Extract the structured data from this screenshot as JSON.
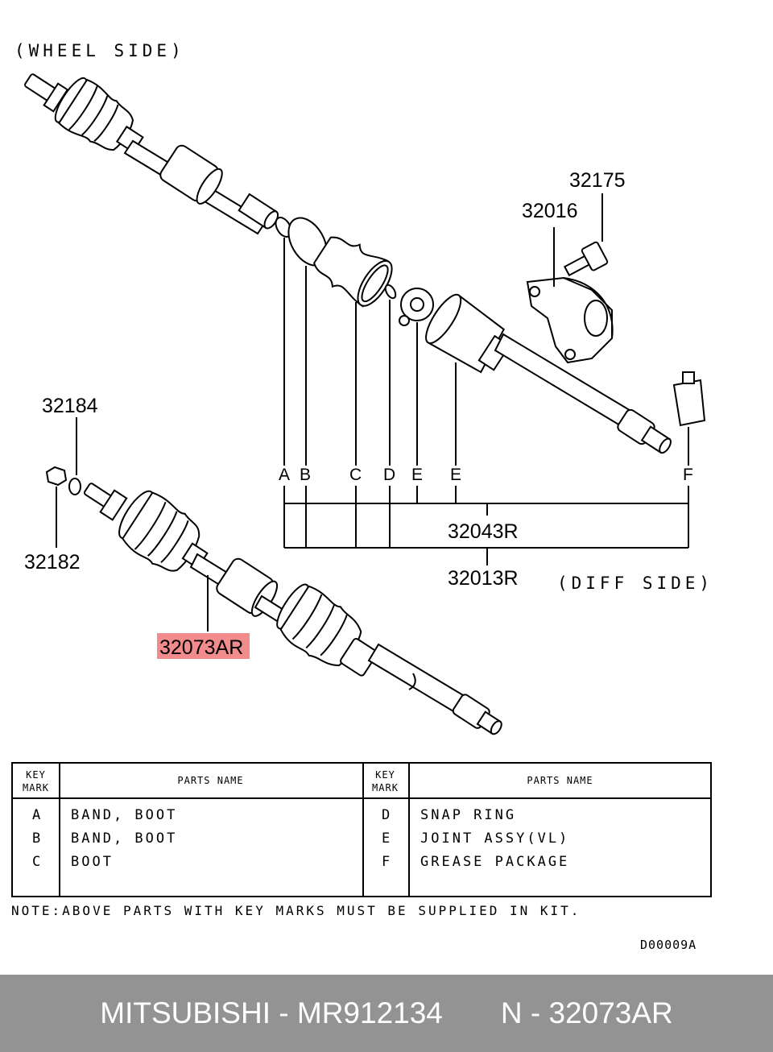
{
  "diagram": {
    "wheel_side": "(WHEEL SIDE)",
    "diff_side": "(DIFF SIDE)",
    "part_numbers": {
      "p32175": "32175",
      "p32016": "32016",
      "p32184": "32184",
      "p32182": "32182",
      "p32043r": "32043R",
      "p32013r": "32013R",
      "p32073ar": "32073AR"
    },
    "key_marks": [
      "A",
      "B",
      "C",
      "D",
      "E",
      "E",
      "F"
    ],
    "highlight_color": "#f28b8b"
  },
  "table": {
    "left_header_key": "KEY MARK",
    "left_header_name": "PARTS NAME",
    "right_header_key": "KEY MARK",
    "right_header_name": "PARTS NAME",
    "left_rows": [
      {
        "key": "A",
        "name": "BAND, BOOT"
      },
      {
        "key": "B",
        "name": "BAND, BOOT"
      },
      {
        "key": "C",
        "name": "BOOT"
      }
    ],
    "right_rows": [
      {
        "key": "D",
        "name": "SNAP RING"
      },
      {
        "key": "E",
        "name": "JOINT ASSY(VL)"
      },
      {
        "key": "F",
        "name": "GREASE PACKAGE"
      }
    ]
  },
  "note": "NOTE:ABOVE PARTS WITH KEY MARKS MUST BE SUPPLIED IN KIT.",
  "drawing_code": "D00009A",
  "footer": {
    "brand_part": "MITSUBISHI - MR912134",
    "oem_part": "N - 32073AR"
  }
}
